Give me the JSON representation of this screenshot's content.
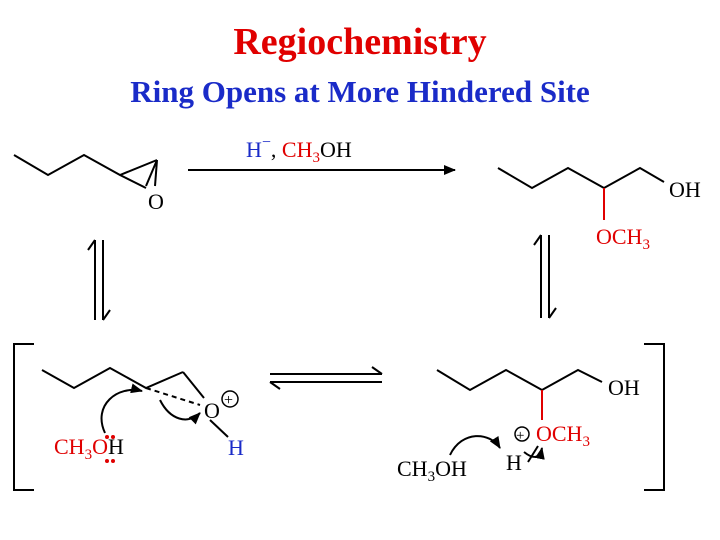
{
  "title": "Regiochemistry",
  "subtitle": "Ring Opens at More Hindered Site",
  "colors": {
    "title": "#e00000",
    "subtitle": "#1a2bc8",
    "red": "#e00000",
    "blue": "#1a2bc8",
    "black": "#000000"
  },
  "reagent": {
    "hydride_H": "H",
    "hydride_charge": "−",
    "comma": ", ",
    "methanol_base": "CH",
    "methanol_sub": "3",
    "methanol_end": "OH"
  },
  "labels": {
    "epoxide_O": "O",
    "product_OH": "OH",
    "product_OCH3_base": "OCH",
    "product_OCH3_sub": "3",
    "protonated_O": "O",
    "plus": "+",
    "protonated_H": "H",
    "attacker_base": "CH",
    "attacker_sub": "3",
    "attacker_O": "O",
    "attacker_H": "H",
    "intermediate_OH": "OH",
    "intermediate_OCH3": "OCH",
    "intermediate_OCH3_sub": "3",
    "leaving_H": "H",
    "solvent_base": "CH",
    "solvent_sub": "3",
    "solvent_end": "OH"
  },
  "icons": [
    "equilibrium-arrow-icon",
    "curved-arrow-icon",
    "reaction-arrow-icon"
  ]
}
